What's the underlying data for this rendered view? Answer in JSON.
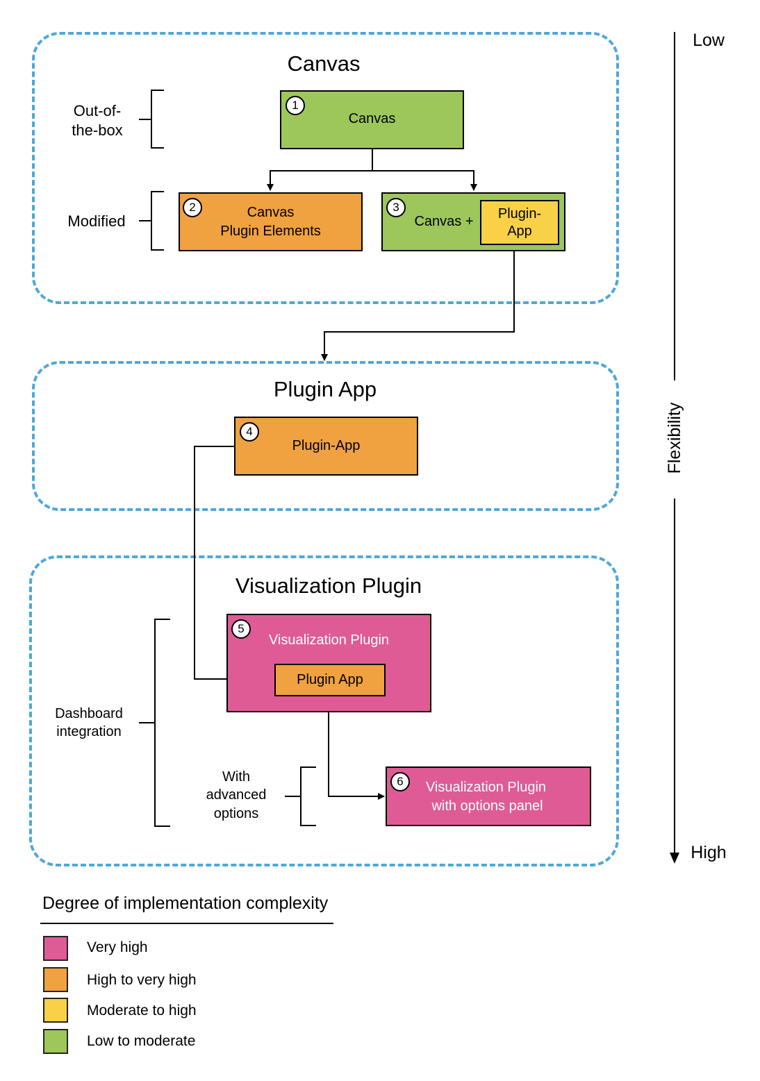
{
  "groups": {
    "canvas": "Canvas",
    "plugin_app": "Plugin App",
    "viz_plugin": "Visualization Plugin"
  },
  "nodes": {
    "n1": {
      "num": "1",
      "label": "Canvas"
    },
    "n2": {
      "num": "2",
      "label_line1": "Canvas",
      "label_line2": "Plugin Elements"
    },
    "n3": {
      "num": "3",
      "label": "Canvas +",
      "inner_line1": "Plugin-",
      "inner_line2": "App"
    },
    "n4": {
      "num": "4",
      "label": "Plugin-App"
    },
    "n5": {
      "num": "5",
      "label": "Visualization Plugin",
      "inner": "Plugin App"
    },
    "n6": {
      "num": "6",
      "label_line1": "Visualization Plugin",
      "label_line2": "with options panel"
    }
  },
  "side_labels": {
    "out_of_box_line1": "Out-of-",
    "out_of_box_line2": "the-box",
    "modified": "Modified",
    "dashboard_line1": "Dashboard",
    "dashboard_line2": "integration",
    "advanced_line1": "With",
    "advanced_line2": "advanced",
    "advanced_line3": "options"
  },
  "axis": {
    "low": "Low",
    "label": "Flexibility",
    "high": "High"
  },
  "legend": {
    "title": "Degree of implementation complexity",
    "items": [
      {
        "label": "Very high",
        "color": "#df5b95"
      },
      {
        "label": "High to very high",
        "color": "#f0a140"
      },
      {
        "label": "Moderate to high",
        "color": "#f8d147"
      },
      {
        "label": "Low to moderate",
        "color": "#9dc75a"
      }
    ]
  },
  "colors": {
    "group_border": "#4ea8d8",
    "green": "#9dc75a",
    "orange": "#f0a140",
    "yellow": "#f8d147",
    "pink": "#df5b95"
  }
}
